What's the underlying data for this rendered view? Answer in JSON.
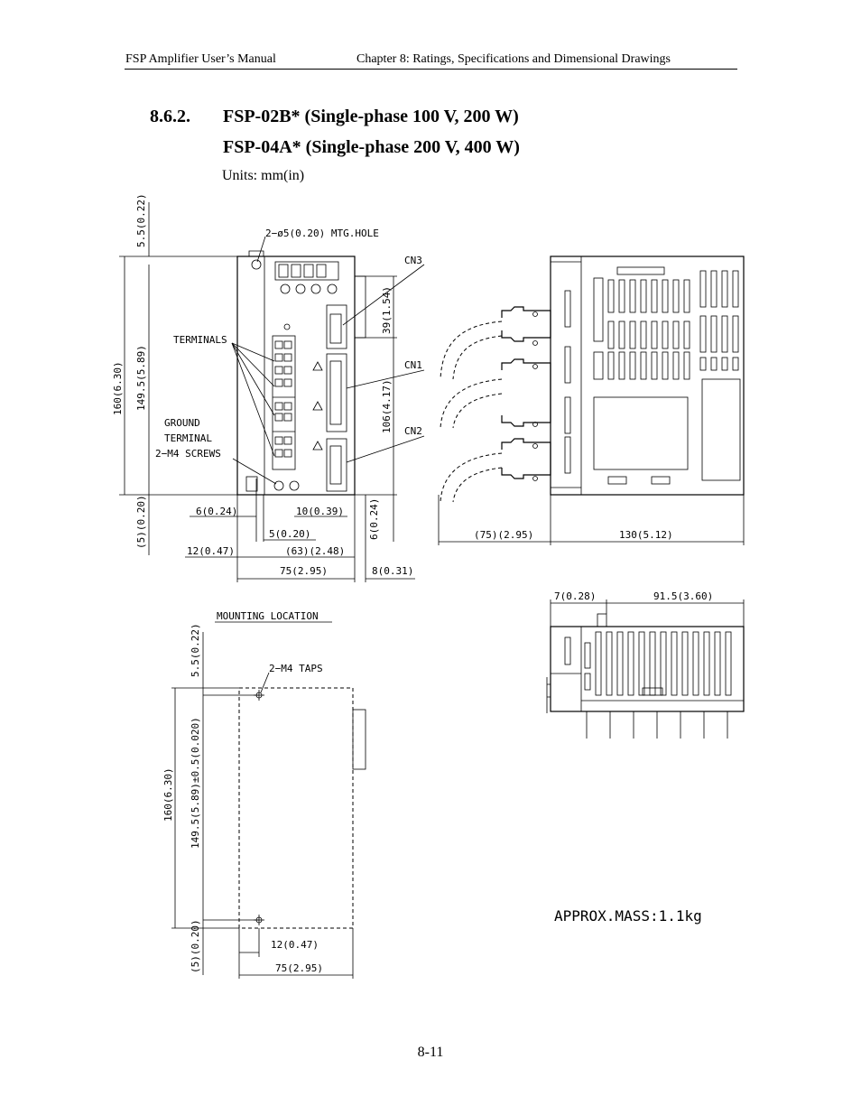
{
  "header": {
    "left": "FSP Amplifier User’s Manual",
    "right": "Chapter 8: Ratings, Specifications and Dimensional Drawings"
  },
  "section": {
    "number": "8.6.2.",
    "title_line1": "FSP-02B* (Single-phase 100 V, 200 W)",
    "title_line2": "FSP-04A* (Single-phase 200 V, 400 W)",
    "units": "Units: mm(in)"
  },
  "drawing": {
    "labels": {
      "mtg_hole": "2−ø5(0.20) MTG.HOLE",
      "cn3": "CN3",
      "cn1": "CN1",
      "cn2": "CN2",
      "terminals": "TERMINALS",
      "ground1": "GROUND",
      "ground2": "TERMINAL",
      "screws": "2−M4 SCREWS",
      "mounting_location": "MOUNTING LOCATION",
      "taps": "2−M4 TAPS",
      "mass": "APPROX.MASS:1.1kg"
    },
    "dims": {
      "d_5_5": "5.5(0.22)",
      "d_160": "160(6.30)",
      "d_149_5": "149.5(5.89)",
      "d_5_020": "(5)(0.20)",
      "d_39": "39(1.54)",
      "d_106": "106(4.17)",
      "d_6_024": "6(0.24)",
      "d_10": "10(0.39)",
      "d_5_020b": "5(0.20)",
      "d_12": "12(0.47)",
      "d_63": "(63)(2.48)",
      "d_75": "75(2.95)",
      "d_8": "8(0.31)",
      "d_75p": "(75)(2.95)",
      "d_130": "130(5.12)",
      "d_7": "7(0.28)",
      "d_91_5": "91.5(3.60)",
      "d_149_tol": "149.5(5.89)±0.5(0.020)"
    }
  }
}
